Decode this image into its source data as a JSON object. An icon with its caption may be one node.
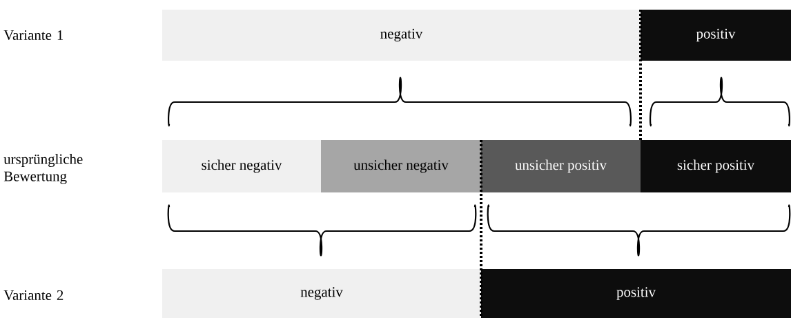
{
  "diagram": {
    "nodes": [
      {
        "text": [
          "negativ"
        ]
      },
      {
        "text": [
          "positiv"
        ]
      },
      {
        "text": [
          "sicher negativ"
        ]
      },
      {
        "text": [
          "unsicher negativ"
        ]
      },
      {
        "text": [
          "unsicher positiv"
        ]
      },
      {
        "text": [
          "sicher positiv"
        ]
      },
      {
        "text": [
          "negativ"
        ]
      },
      {
        "text": [
          "positiv"
        ]
      }
    ],
    "labels": [
      "Variante 1",
      "ursprüngliche Bewertung",
      "Variante 2"
    ]
  }
}
